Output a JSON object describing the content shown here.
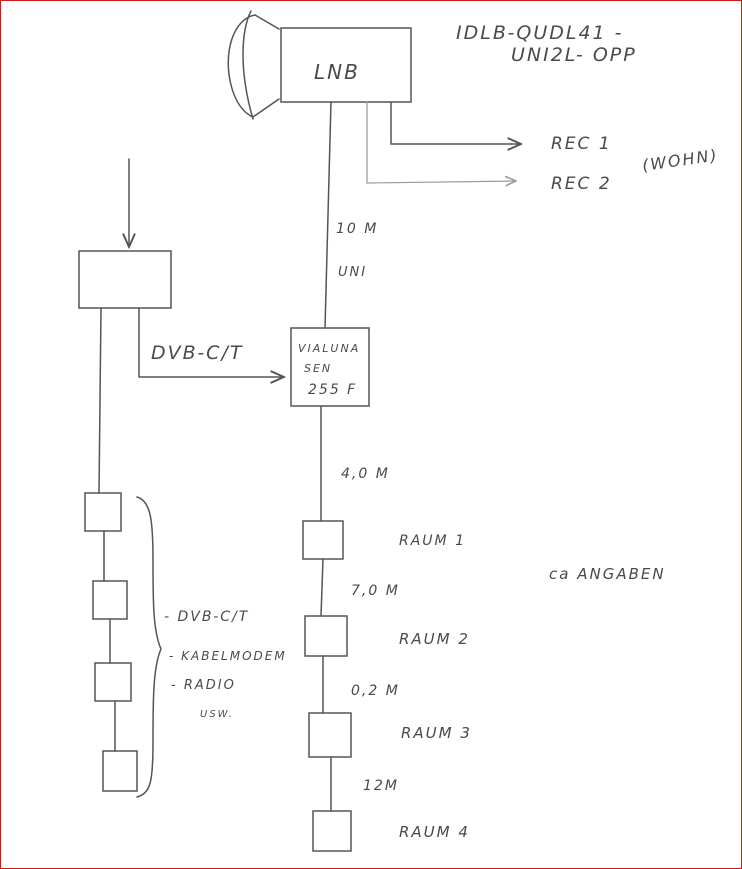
{
  "header": {
    "line1": "IDLB-QUDL41 -",
    "line2": "UNI2L- OPP"
  },
  "lnb": {
    "label": "LNB"
  },
  "outputs": [
    {
      "label": "REC 1"
    },
    {
      "label": "REC 2"
    }
  ],
  "outputs_note": "(WOHN)",
  "cable_lnb": {
    "length": "10 M",
    "type": "UNI"
  },
  "multiswitch": {
    "line1": "VIALUNA",
    "line2": "SEN",
    "line3": "255 F"
  },
  "feed_label": "DVB-C/T",
  "rooms": [
    {
      "label": "RAUM 1"
    },
    {
      "label": "RAUM 2"
    },
    {
      "label": "RAUM 3"
    },
    {
      "label": "RAUM 4"
    }
  ],
  "segments": [
    "4,0 M",
    "7,0 M",
    "0,2 M",
    "12M"
  ],
  "note": "ca ANGABEN",
  "brace_items": [
    "- DVB-C/T",
    "- KABELMODEM",
    "- RADIO",
    "USW."
  ]
}
